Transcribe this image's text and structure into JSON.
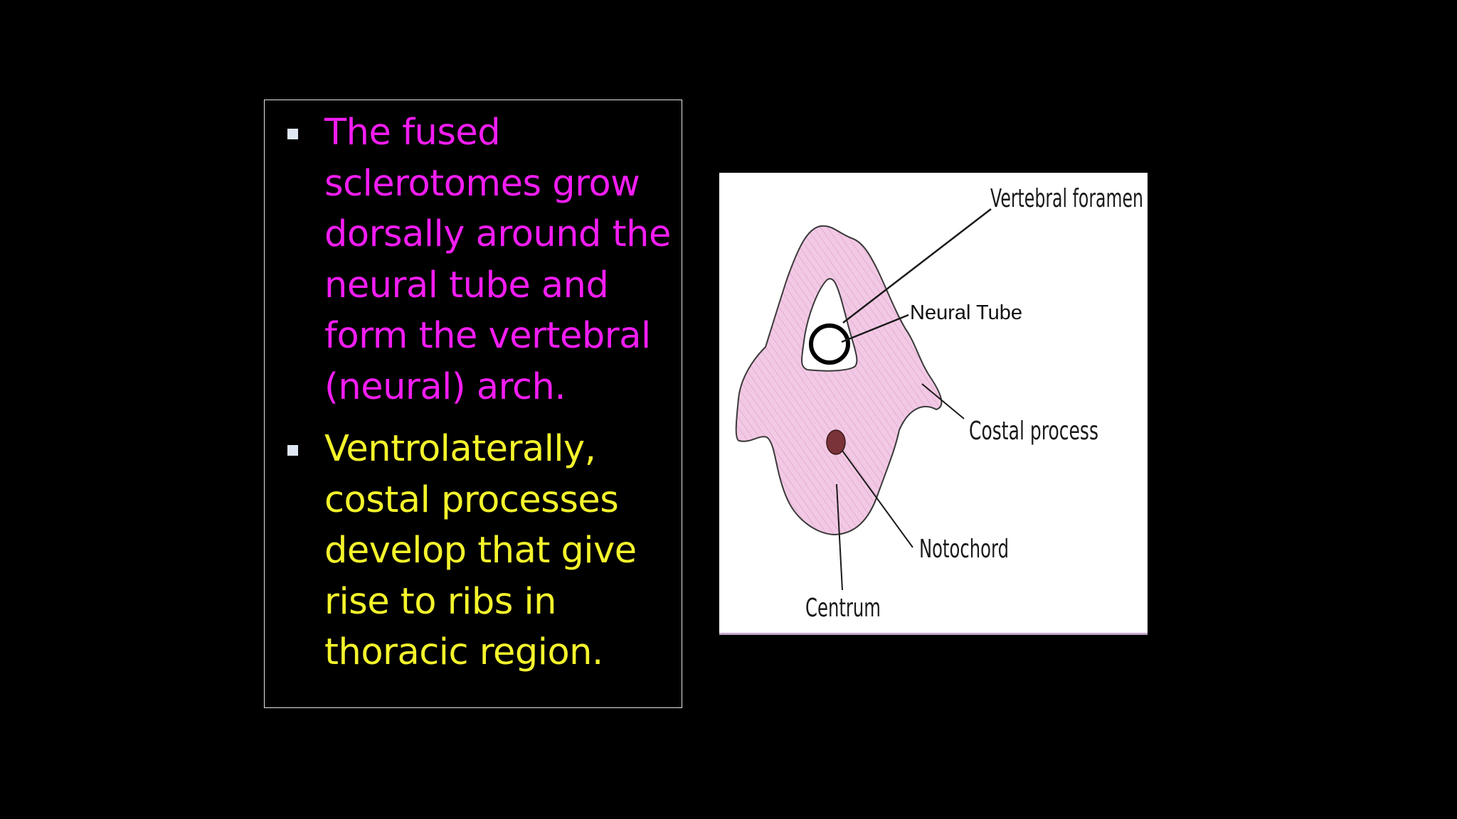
{
  "bullets": [
    {
      "lines": [
        "The fused",
        "sclerotomes grow",
        "dorsally around the",
        "neural tube and",
        "form the vertebral",
        "(neural) arch."
      ],
      "color": "#f21df2"
    },
    {
      "lines": [
        "Ventrolaterally,",
        "costal processes",
        "develop that give",
        "rise to ribs in",
        "thoracic region."
      ],
      "color": "#f4f42c"
    }
  ],
  "figure": {
    "labels": {
      "vertebral_foramen": "Vertebral foramen",
      "neural_tube": "Neural Tube",
      "costal_process": "Costal process",
      "notochord": "Notochord",
      "centrum": "Centrum"
    },
    "colors": {
      "body_fill": "#f2c9e4",
      "notochord_fill": "#7a3338"
    }
  }
}
